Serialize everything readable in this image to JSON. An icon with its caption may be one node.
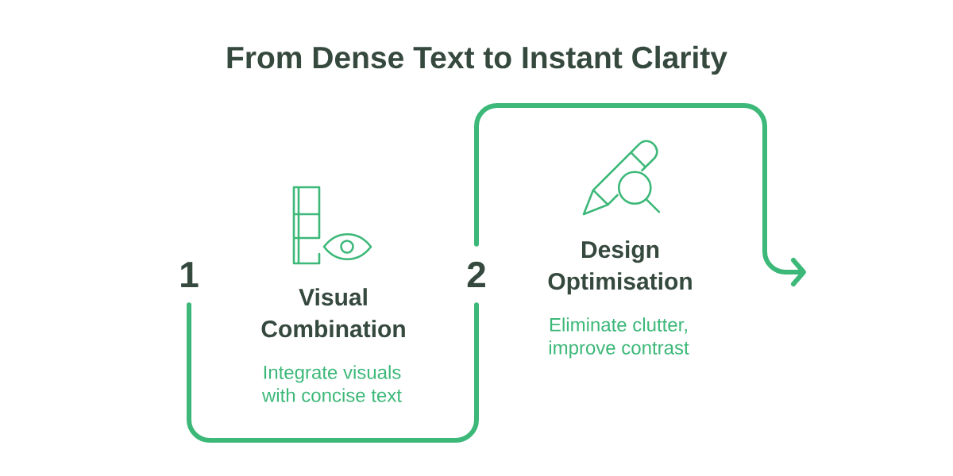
{
  "diagram": {
    "title": "From Dense Text to Instant Clarity",
    "nodes": [
      {
        "text": [
          "1"
        ]
      },
      {
        "text": [
          "2"
        ]
      }
    ],
    "edges": [
      {
        "from": 0,
        "to": 1,
        "arrow": "none"
      },
      {
        "from": 1,
        "to": null,
        "arrow": "to"
      }
    ],
    "labels": [
      "Visual Combination",
      "Integrate visuals with concise text",
      "Design Optimisation",
      "Eliminate clutter, improve contrast"
    ]
  }
}
